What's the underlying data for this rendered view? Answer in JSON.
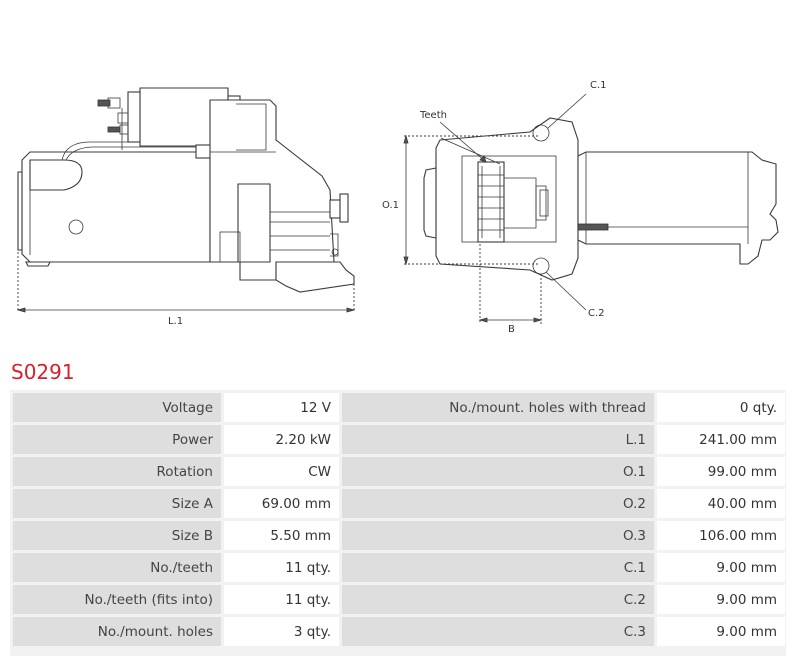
{
  "diagram": {
    "labels": {
      "teeth": "Teeth",
      "c1": "C.1",
      "c2": "C.2",
      "o1": "O.1",
      "l1": "L.1",
      "b": "B"
    }
  },
  "part_number": "S0291",
  "specs": {
    "rows": [
      {
        "k1": "Voltage",
        "v1": "12 V",
        "k2": "No./mount. holes with thread",
        "v2": "0 qty."
      },
      {
        "k1": "Power",
        "v1": "2.20 kW",
        "k2": "L.1",
        "v2": "241.00 mm"
      },
      {
        "k1": "Rotation",
        "v1": "CW",
        "k2": "O.1",
        "v2": "99.00 mm"
      },
      {
        "k1": "Size A",
        "v1": "69.00 mm",
        "k2": "O.2",
        "v2": "40.00 mm"
      },
      {
        "k1": "Size B",
        "v1": "5.50 mm",
        "k2": "O.3",
        "v2": "106.00 mm"
      },
      {
        "k1": "No./teeth",
        "v1": "11 qty.",
        "k2": "C.1",
        "v2": "9.00 mm"
      },
      {
        "k1": "No./teeth (fits into)",
        "v1": "11 qty.",
        "k2": "C.2",
        "v2": "9.00 mm"
      },
      {
        "k1": "No./mount. holes",
        "v1": "3 qty.",
        "k2": "C.3",
        "v2": "9.00 mm"
      }
    ]
  },
  "colors": {
    "part_number": "#d8202a",
    "label_cell": "#dedede",
    "value_cell": "#ffffff"
  }
}
